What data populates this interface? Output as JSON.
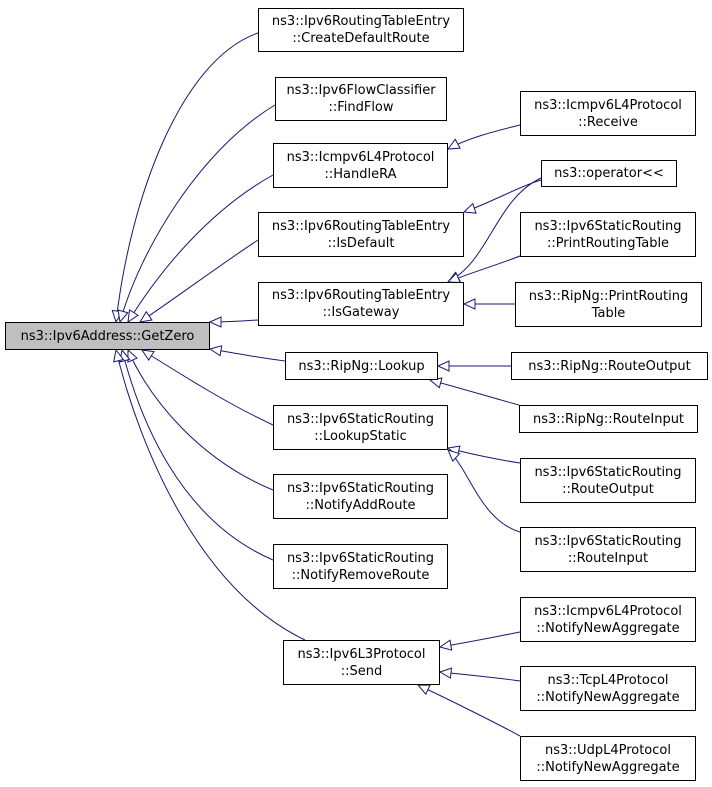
{
  "colors": {
    "edge": "#191970",
    "root_fill": "#bfbfbf",
    "node_fill": "#ffffff",
    "border": "#000000"
  },
  "nodes": [
    {
      "id": "root",
      "lines": [
        "ns3::Ipv6Address::GetZero"
      ]
    },
    {
      "id": "create_default_route",
      "lines": [
        "ns3::Ipv6RoutingTableEntry",
        "::CreateDefaultRoute"
      ]
    },
    {
      "id": "find_flow",
      "lines": [
        "ns3::Ipv6FlowClassifier",
        "::FindFlow"
      ]
    },
    {
      "id": "handle_ra",
      "lines": [
        "ns3::Icmpv6L4Protocol",
        "::HandleRA"
      ]
    },
    {
      "id": "is_default",
      "lines": [
        "ns3::Ipv6RoutingTableEntry",
        "::IsDefault"
      ]
    },
    {
      "id": "is_gateway",
      "lines": [
        "ns3::Ipv6RoutingTableEntry",
        "::IsGateway"
      ]
    },
    {
      "id": "ripng_lookup",
      "lines": [
        "ns3::RipNg::Lookup"
      ]
    },
    {
      "id": "lookup_static",
      "lines": [
        "ns3::Ipv6StaticRouting",
        "::LookupStatic"
      ]
    },
    {
      "id": "notify_add_route",
      "lines": [
        "ns3::Ipv6StaticRouting",
        "::NotifyAddRoute"
      ]
    },
    {
      "id": "notify_remove_route",
      "lines": [
        "ns3::Ipv6StaticRouting",
        "::NotifyRemoveRoute"
      ]
    },
    {
      "id": "l3_send",
      "lines": [
        "ns3::Ipv6L3Protocol",
        "::Send"
      ]
    },
    {
      "id": "icmp_receive",
      "lines": [
        "ns3::Icmpv6L4Protocol",
        "::Receive"
      ]
    },
    {
      "id": "operator_shift",
      "lines": [
        "ns3::operator<<"
      ]
    },
    {
      "id": "print_routing_table",
      "lines": [
        "ns3::Ipv6StaticRouting",
        "::PrintRoutingTable"
      ]
    },
    {
      "id": "ripng_print_routing_table",
      "lines": [
        "ns3::RipNg::PrintRouting",
        "Table"
      ]
    },
    {
      "id": "ripng_route_output",
      "lines": [
        "ns3::RipNg::RouteOutput"
      ]
    },
    {
      "id": "ripng_route_input",
      "lines": [
        "ns3::RipNg::RouteInput"
      ]
    },
    {
      "id": "static_route_output",
      "lines": [
        "ns3::Ipv6StaticRouting",
        "::RouteOutput"
      ]
    },
    {
      "id": "static_route_input",
      "lines": [
        "ns3::Ipv6StaticRouting",
        "::RouteInput"
      ]
    },
    {
      "id": "icmp_notify_new_aggregate",
      "lines": [
        "ns3::Icmpv6L4Protocol",
        "::NotifyNewAggregate"
      ]
    },
    {
      "id": "tcp_notify_new_aggregate",
      "lines": [
        "ns3::TcpL4Protocol",
        "::NotifyNewAggregate"
      ]
    },
    {
      "id": "udp_notify_new_aggregate",
      "lines": [
        "ns3::UdpL4Protocol",
        "::NotifyNewAggregate"
      ]
    }
  ],
  "edges": [
    {
      "from": "create_default_route",
      "to": "root"
    },
    {
      "from": "find_flow",
      "to": "root"
    },
    {
      "from": "handle_ra",
      "to": "root"
    },
    {
      "from": "is_default",
      "to": "root"
    },
    {
      "from": "is_gateway",
      "to": "root"
    },
    {
      "from": "ripng_lookup",
      "to": "root"
    },
    {
      "from": "lookup_static",
      "to": "root"
    },
    {
      "from": "notify_add_route",
      "to": "root"
    },
    {
      "from": "notify_remove_route",
      "to": "root"
    },
    {
      "from": "l3_send",
      "to": "root"
    },
    {
      "from": "icmp_receive",
      "to": "handle_ra"
    },
    {
      "from": "operator_shift",
      "to": "is_default"
    },
    {
      "from": "operator_shift",
      "to": "is_gateway"
    },
    {
      "from": "print_routing_table",
      "to": "is_gateway"
    },
    {
      "from": "ripng_print_routing_table",
      "to": "is_gateway"
    },
    {
      "from": "ripng_route_output",
      "to": "ripng_lookup"
    },
    {
      "from": "ripng_route_input",
      "to": "ripng_lookup"
    },
    {
      "from": "static_route_output",
      "to": "lookup_static"
    },
    {
      "from": "static_route_input",
      "to": "lookup_static"
    },
    {
      "from": "icmp_notify_new_aggregate",
      "to": "l3_send"
    },
    {
      "from": "tcp_notify_new_aggregate",
      "to": "l3_send"
    },
    {
      "from": "udp_notify_new_aggregate",
      "to": "l3_send"
    }
  ]
}
